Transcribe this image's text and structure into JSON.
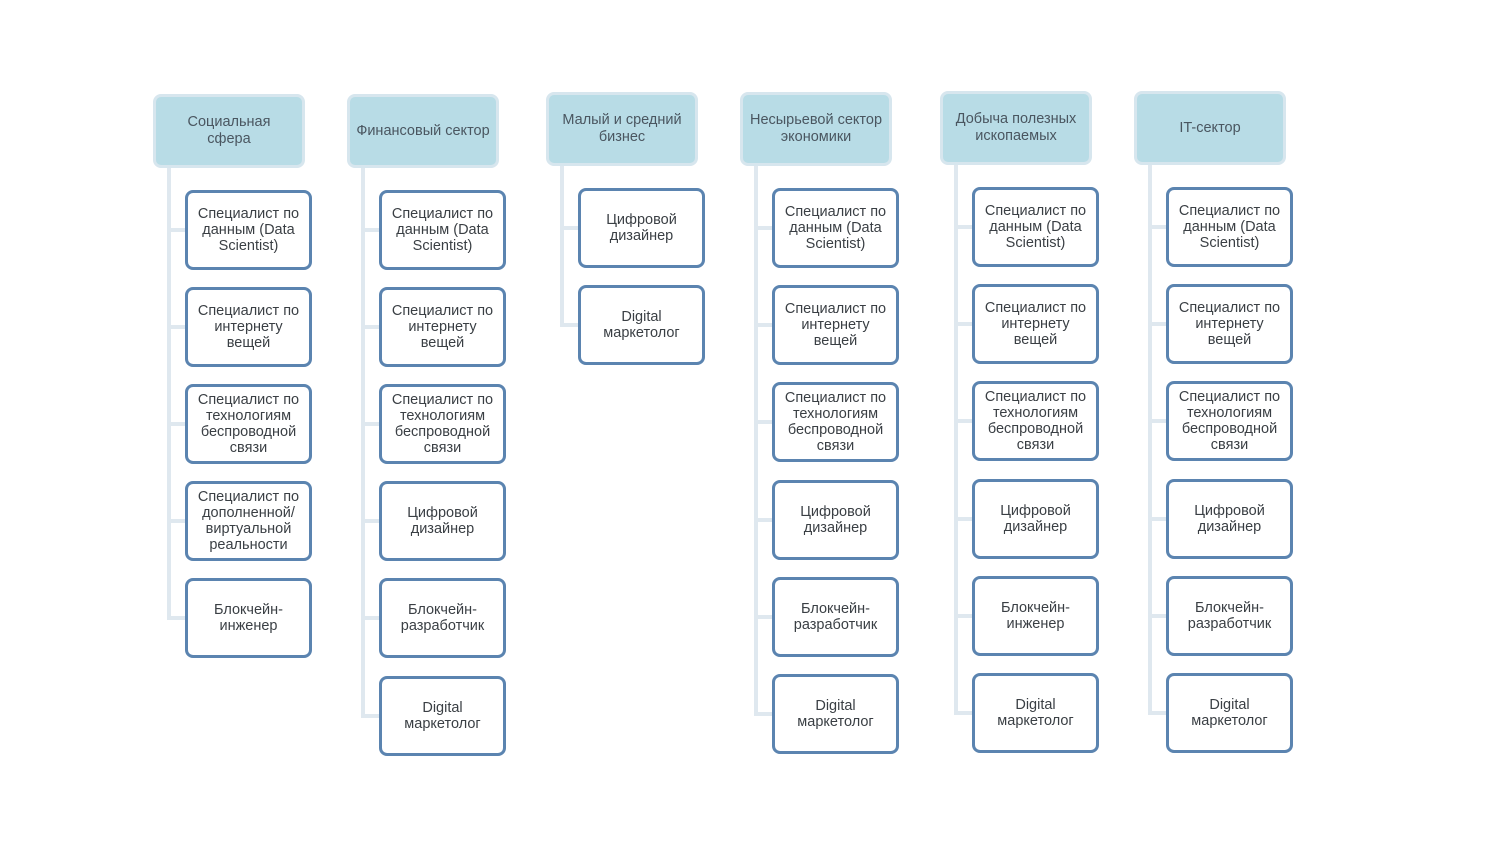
{
  "columns": [
    {
      "title": "Социальная\nсфера",
      "items": [
        "Специалист по данным (Data Scientist)",
        "Специалист по интернету вещей",
        "Специалист по технологиям беспроводной связи",
        "Специалист по дополненной/виртуальной реальности",
        "Блокчейн-инженер"
      ]
    },
    {
      "title": "Финансовый сектор",
      "items": [
        "Специалист по данным (Data Scientist)",
        "Специалист по интернету вещей",
        "Специалист по технологиям беспроводной связи",
        "Цифровой дизайнер",
        "Блокчейн-разработчик",
        "Digital маркетолог"
      ]
    },
    {
      "title": "Малый и средний бизнес",
      "items": [
        "Цифровой дизайнер",
        "Digital маркетолог"
      ]
    },
    {
      "title": "Несырьевой сектор экономики",
      "items": [
        "Специалист по данным (Data Scientist)",
        "Специалист по интернету вещей",
        "Специалист по технологиям беспроводной связи",
        "Цифровой дизайнер",
        "Блокчейн-разработчик",
        "Digital маркетолог"
      ]
    },
    {
      "title": "Добыча полезных ископаемых",
      "items": [
        "Специалист по данным (Data Scientist)",
        "Специалист по интернету вещей",
        "Специалист по технологиям беспроводной связи",
        "Цифровой дизайнер",
        "Блокчейн-инженер",
        "Digital маркетолог"
      ]
    },
    {
      "title": "IT-сектор",
      "items": [
        "Специалист по данным (Data Scientist)",
        "Специалист по интернету вещей",
        "Специалист по технологиям беспроводной связи",
        "Цифровой дизайнер",
        "Блокчейн-разработчик",
        "Digital маркетолог"
      ]
    }
  ]
}
